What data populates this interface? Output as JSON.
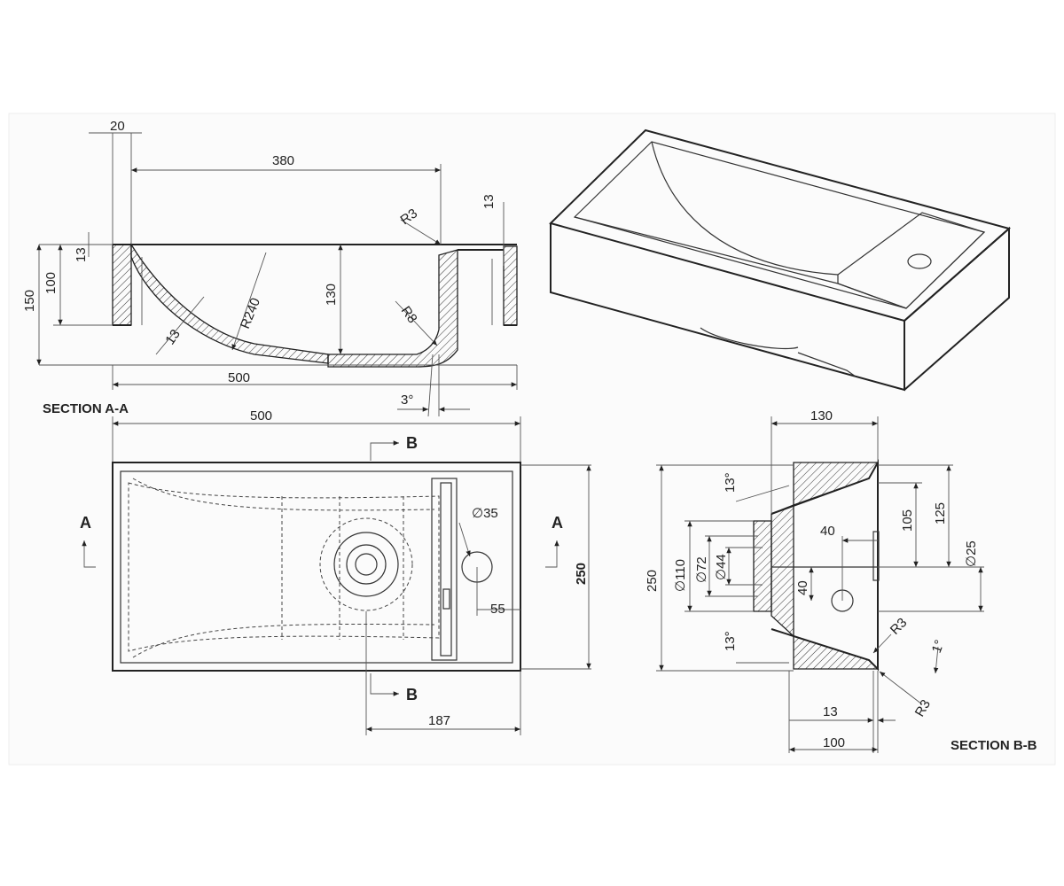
{
  "section_a": {
    "title": "SECTION A-A",
    "dims": {
      "d20": "20",
      "d380": "380",
      "d150": "150",
      "d100": "100",
      "d13_top": "13",
      "d13_right": "13",
      "r3": "R3",
      "r240": "R240",
      "d130": "130",
      "r8": "R8",
      "d13_wall": "13",
      "d500": "500",
      "d3deg": "3°"
    }
  },
  "plan": {
    "d500": "500",
    "d250": "250",
    "d35": "∅35",
    "d55": "55",
    "d187": "187",
    "label_a": "A",
    "label_b": "B"
  },
  "section_b": {
    "title": "SECTION B-B",
    "dims": {
      "d130": "130",
      "d13deg_top": "13°",
      "d105": "105",
      "d125": "125",
      "d40h": "40",
      "d110": "∅110",
      "d72": "∅72",
      "d44": "∅44",
      "d25": "∅25",
      "d40v": "40",
      "d250": "250",
      "r3a": "R3",
      "d1deg": "1°",
      "d13deg_bot": "13°",
      "r3b": "R3",
      "d13": "13",
      "d100": "100"
    }
  }
}
